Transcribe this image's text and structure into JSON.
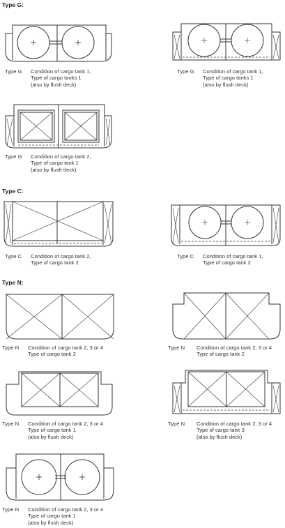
{
  "sections": {
    "g": "Type G:",
    "c": "Type C:",
    "n": "Type N:"
  },
  "figures": [
    {
      "type": "Type G",
      "lines": [
        "Condition of cargo tank 1,",
        "Type of cargo tanks 1",
        "(also by flush deck)"
      ]
    },
    {
      "type": "Type G",
      "lines": [
        "Condition of cargo tank 1,",
        "Type of cargo tanks 1",
        "(also by flush deck)"
      ]
    },
    {
      "type": "Type G",
      "lines": [
        "Condition of cargo tank 2,",
        "Type of cargo tank 1",
        "(also by flush deck)"
      ]
    },
    {
      "type": "Type C",
      "lines": [
        "Condition of cargo tank 2,",
        "Type of cargo tank 2"
      ]
    },
    {
      "type": "Type C",
      "lines": [
        "Condition of cargo tank 1,",
        "Type of cargo tank 2"
      ]
    },
    {
      "type": "Type N",
      "lines": [
        "Condition of cargo tank 2, 3 or 4",
        "Type of cargo tank 2"
      ]
    },
    {
      "type": "Type N",
      "lines": [
        "Condition of cargo tank 2, 3 or 4",
        "Type of cargo tank 2"
      ]
    },
    {
      "type": "Type N",
      "lines": [
        "Condition of cargo tank 2, 3 or 4",
        "Type of cargo tank 1",
        "(also by flush deck)"
      ]
    },
    {
      "type": "Type N",
      "lines": [
        "Condition of cargo tank 2, 3 or 4",
        "Type of cargo tank 3",
        "(also by flush deck)"
      ]
    },
    {
      "type": "Type N",
      "lines": [
        "Condition of cargo tank 2, 3 or 4",
        "Type of cargo tank 1",
        "(also by flush deck)"
      ]
    }
  ]
}
